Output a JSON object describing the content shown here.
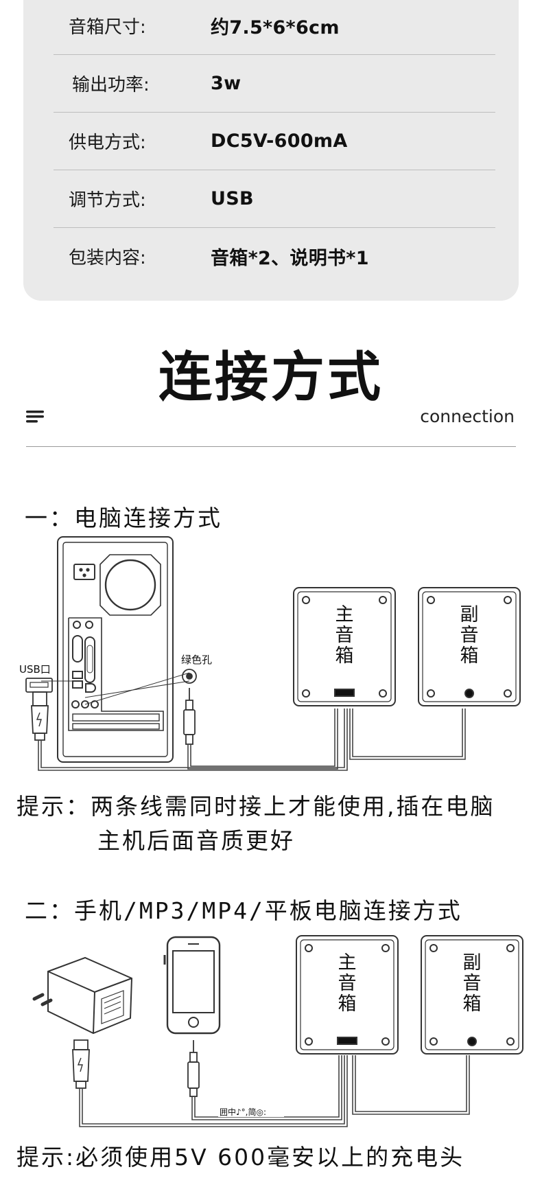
{
  "specs": [
    {
      "label": "音箱尺寸:",
      "value": "约7.5*6*6cm"
    },
    {
      "label": "输出功率:",
      "value": "3w"
    },
    {
      "label": "供电方式:",
      "value": "DC5V-600mA"
    },
    {
      "label": "调节方式:",
      "value": "USB"
    },
    {
      "label": "包装内容:",
      "value": "音箱*2、说明书*1"
    }
  ],
  "connection": {
    "title": "连接方式",
    "subtitle": "connection",
    "method1": {
      "heading": "一：电脑连接方式",
      "usb_label": "USB口",
      "green_label": "绿色孔",
      "main_speaker": [
        "主",
        "音",
        "箱"
      ],
      "sub_speaker": [
        "副",
        "音",
        "箱"
      ],
      "tip_line1": "提示：两条线需同时接上才能使用,插在电脑",
      "tip_line2": "主机后面音质更好"
    },
    "method2": {
      "heading": "二：手机/MP3/MP4/平板电脑连接方式",
      "ime_text": "囲中♪°,简◎:",
      "main_speaker": [
        "主",
        "音",
        "箱"
      ],
      "sub_speaker": [
        "副",
        "音",
        "箱"
      ],
      "tip": "提示:必须使用5V 600毫安以上的充电头"
    }
  }
}
